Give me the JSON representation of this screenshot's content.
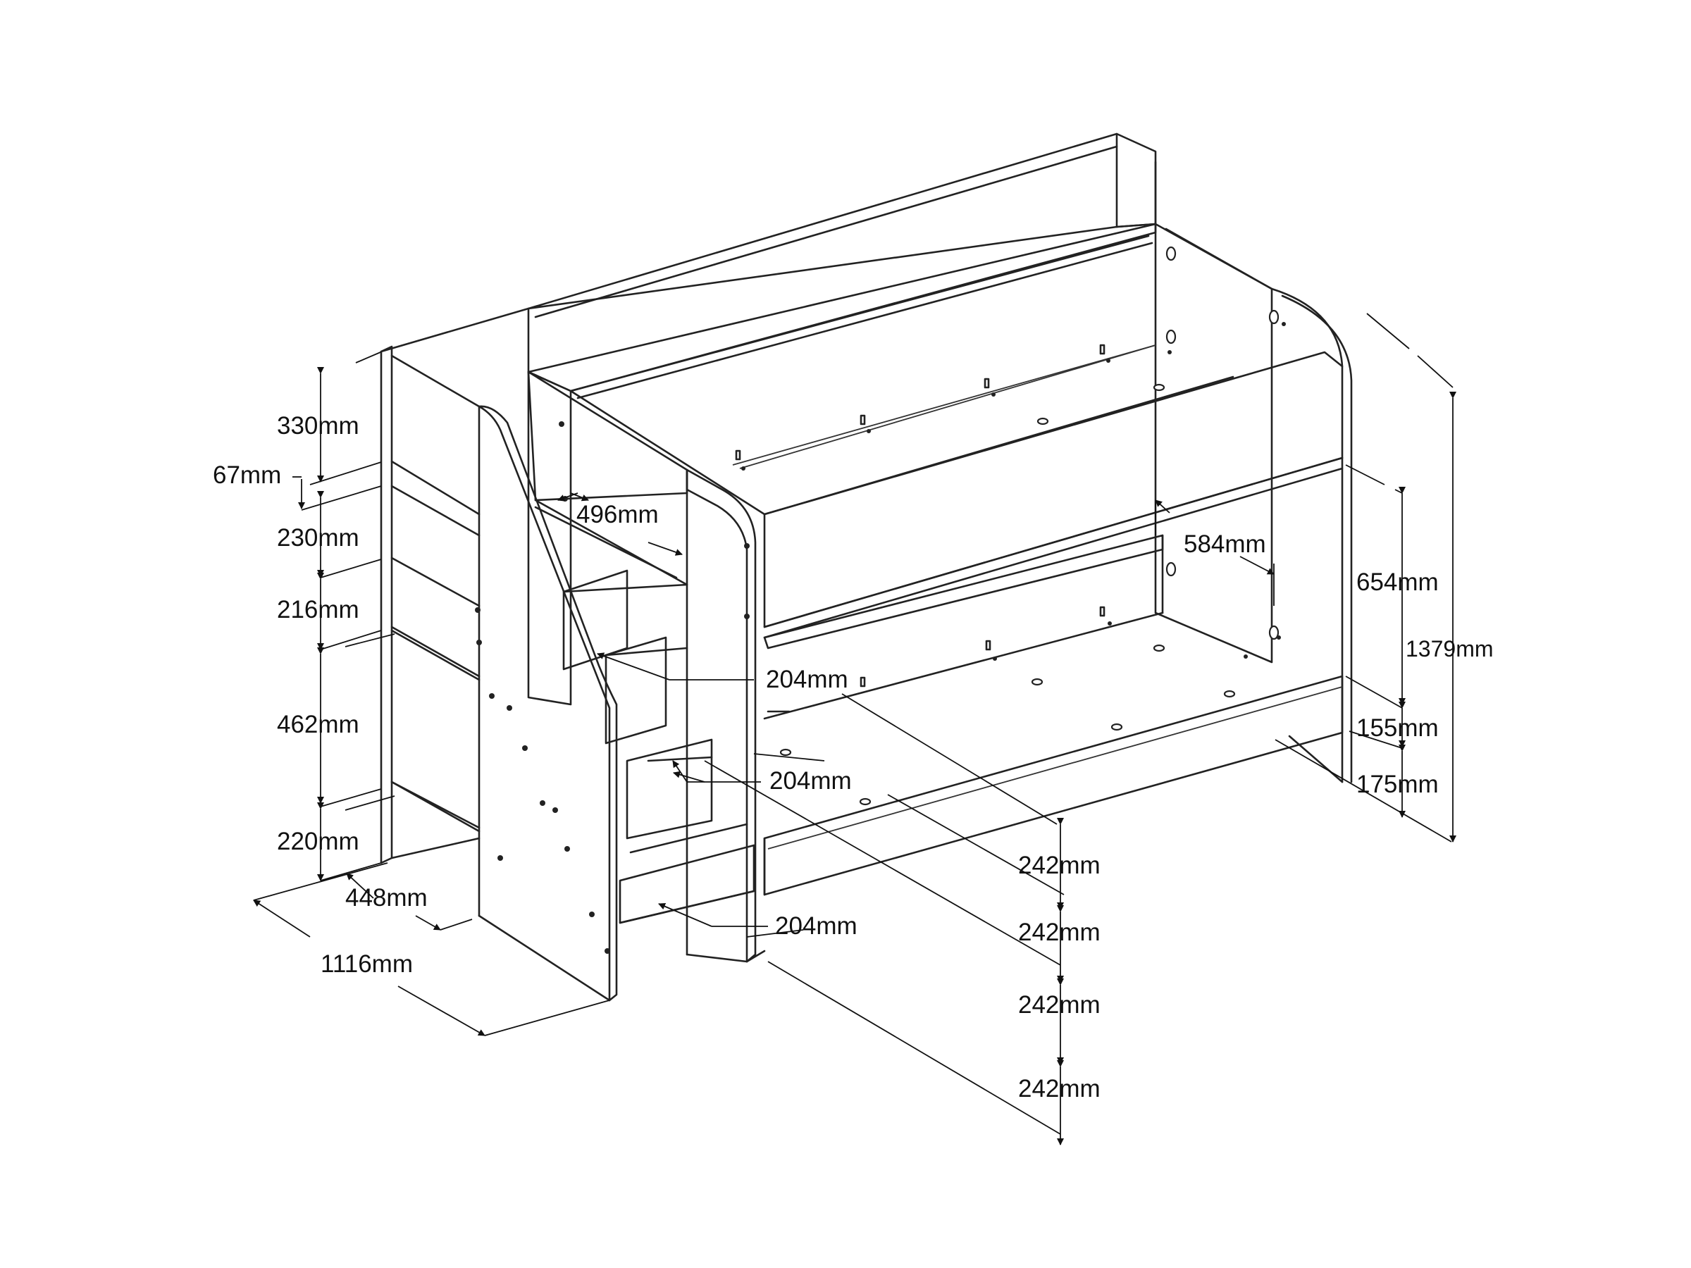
{
  "labels": {
    "d330": "330mm",
    "d67": "67mm",
    "d230": "230mm",
    "d216": "216mm",
    "d462": "462mm",
    "d220": "220mm",
    "d448": "448mm",
    "d1116": "1116mm",
    "d496": "496mm",
    "d584": "584mm",
    "d204a": "204mm",
    "d204b": "204mm",
    "d204c": "204mm",
    "d242a": "242mm",
    "d242b": "242mm",
    "d242c": "242mm",
    "d242d": "242mm",
    "d654": "654mm",
    "d155": "155mm",
    "d175": "175mm",
    "d1379": "1379mm"
  },
  "colors": {
    "line": "#222222",
    "background": "#ffffff"
  }
}
